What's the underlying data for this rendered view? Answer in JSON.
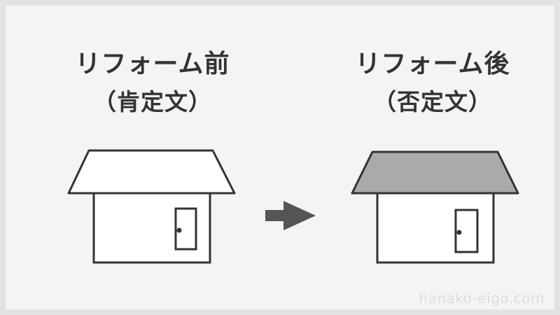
{
  "before": {
    "title": "リフォーム前",
    "subtitle": "（肯定文）"
  },
  "after": {
    "title": "リフォーム後",
    "subtitle": "（否定文）"
  },
  "watermark": "hanako-eigo.com",
  "colors": {
    "background": "#f4f4f4",
    "frame": "#e3e3e3",
    "stroke": "#333333",
    "roof_before": "#ffffff",
    "roof_after": "#aaaaaa",
    "arrow": "#555555"
  }
}
